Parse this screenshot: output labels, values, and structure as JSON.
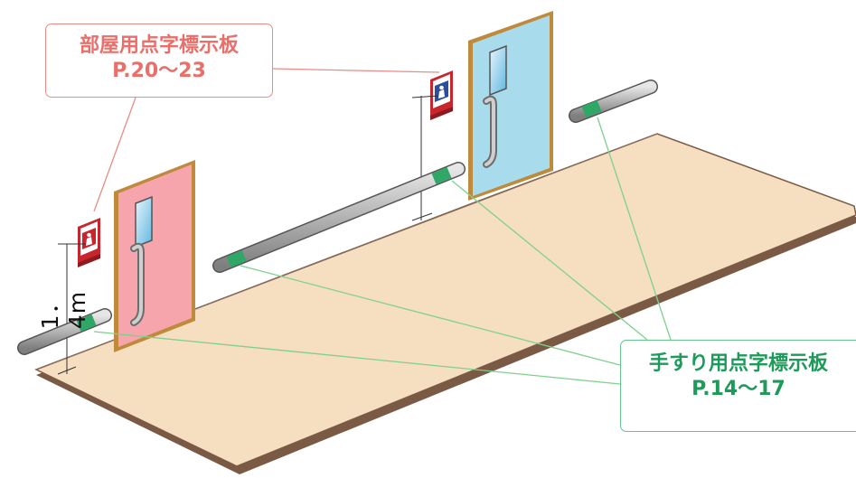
{
  "callouts": {
    "room_sign": {
      "title": "部屋用点字標示板",
      "pages": "P.20～23"
    },
    "handrail_sign": {
      "title": "手すり用点字標示板",
      "pages": "P.14～17"
    }
  },
  "dimension": {
    "height_label": "1．4m"
  },
  "colors": {
    "floor": "#f5dfc0",
    "floor_edge": "#7a5a44",
    "door_pink": "#f6a5ad",
    "door_blue": "#a8dbec",
    "door_frame": "#c08a3c",
    "rail_grey": "#b5b5b5",
    "rail_band": "#2fa766",
    "room_leader": "#e98b86",
    "rail_leader": "#7fd08f",
    "sign_red": "#c8252c"
  }
}
